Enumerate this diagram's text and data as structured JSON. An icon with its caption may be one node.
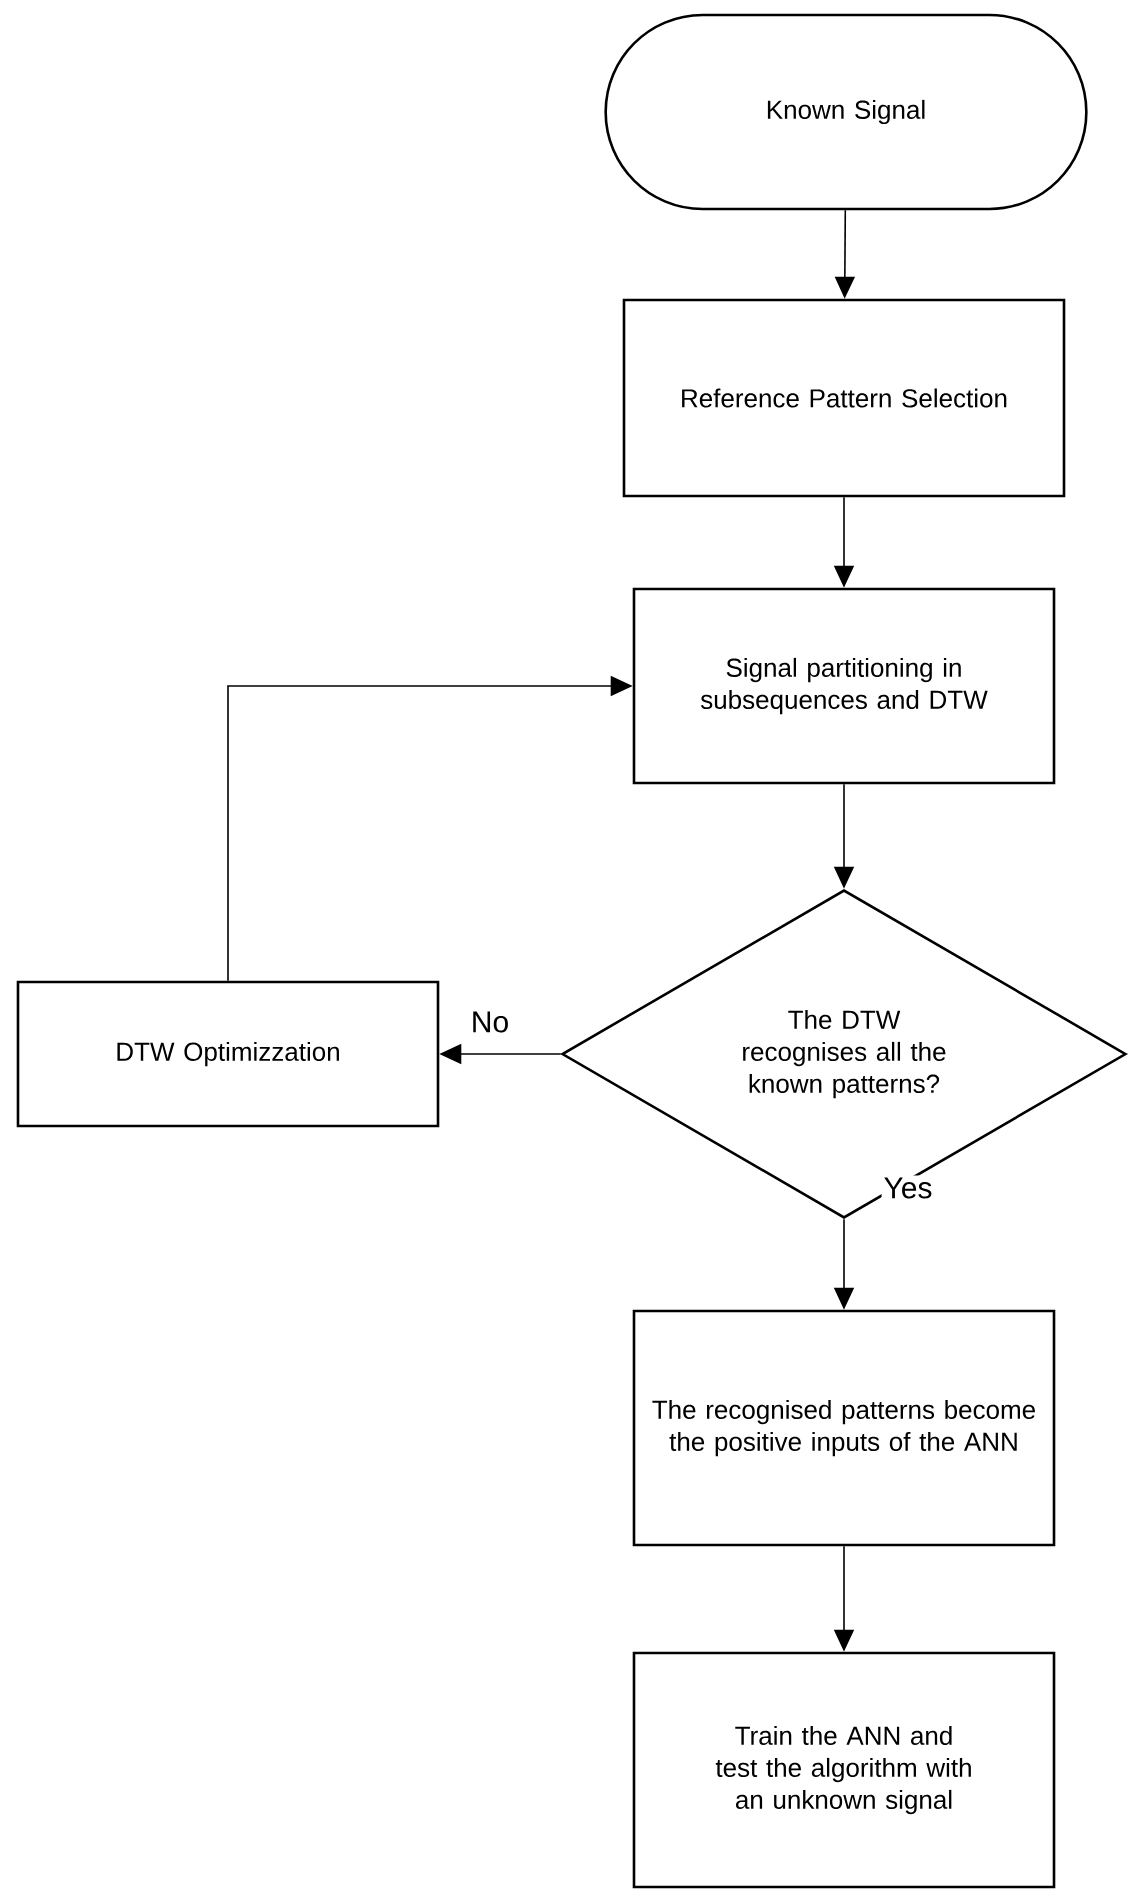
{
  "diagram": {
    "nodes": [
      {
        "text": [
          "Known Signal"
        ]
      },
      {
        "text": [
          "Reference Pattern Selection"
        ]
      },
      {
        "text": [
          "Signal partitioning in subsequences and DTW"
        ]
      },
      {
        "text": [
          "The DTW recognises all the known patterns?"
        ]
      },
      {
        "text": [
          "DTW Optimizzation"
        ]
      },
      {
        "text": [
          "The recognised patterns become the positive inputs of the ANN"
        ]
      },
      {
        "text": [
          "Train the ANN and test the algorithm with an unknown signal"
        ]
      }
    ],
    "edges": [
      {
        "from": 0,
        "to": 1,
        "arrow": "to"
      },
      {
        "from": 1,
        "to": 2,
        "arrow": "to"
      },
      {
        "from": 2,
        "to": 3,
        "arrow": "to"
      },
      {
        "from": 3,
        "to": 4,
        "arrow": "to",
        "label": "No"
      },
      {
        "from": 3,
        "to": 5,
        "arrow": "to",
        "label": "Yes"
      },
      {
        "from": 4,
        "to": 2,
        "arrow": "to"
      },
      {
        "from": 5,
        "to": 6,
        "arrow": "to"
      }
    ]
  }
}
